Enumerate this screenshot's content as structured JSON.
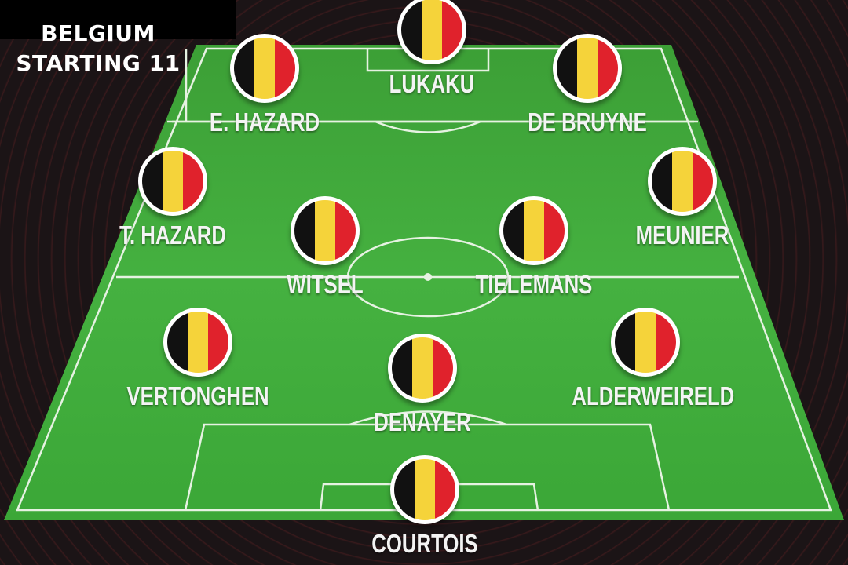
{
  "title": {
    "line1": "BELGIUM",
    "line2": "STARTING 11"
  },
  "colors": {
    "pitch": "#3fae3c",
    "flag_black": "#111111",
    "flag_yellow": "#f5d33a",
    "flag_red": "#e0222c"
  },
  "players": {
    "lukaku": "LUKAKU",
    "e_hazard": "E. HAZARD",
    "de_bruyne": "DE BRUYNE",
    "t_hazard": "T. HAZARD",
    "meunier": "MEUNIER",
    "witsel": "WITSEL",
    "tielemans": "TIELEMANS",
    "vertonghen": "VERTONGHEN",
    "denayer": "DENAYER",
    "alderweireld": "ALDERWEIRELD",
    "courtois": "COURTOIS"
  }
}
